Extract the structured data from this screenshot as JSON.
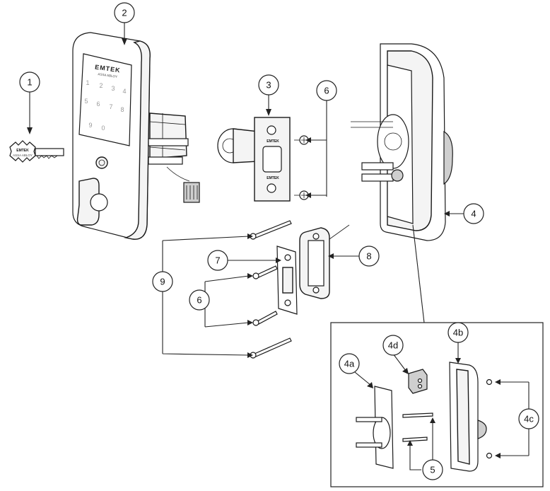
{
  "callouts": {
    "c1": "1",
    "c2": "2",
    "c3": "3",
    "c4": "4",
    "c4a": "4a",
    "c4b": "4b",
    "c4c": "4c",
    "c4d": "4d",
    "c5": "5",
    "c6a": "6",
    "c6b": "6",
    "c7": "7",
    "c8": "8",
    "c9": "9"
  },
  "exterior": {
    "brand": "EMTEK",
    "sub_brand": "ASSA ABLOY",
    "keypad_digits": [
      "1",
      "2",
      "3",
      "4",
      "5",
      "6",
      "7",
      "8",
      "9",
      "0"
    ]
  },
  "key": {
    "brand": "EMTEK",
    "sub_brand": "ASSA ABLOY"
  },
  "latch": {
    "plate_text_top": "EMTEK",
    "plate_text_bottom": "EMTEK"
  }
}
